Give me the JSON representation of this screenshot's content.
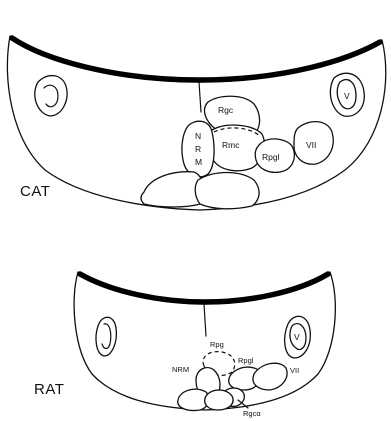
{
  "cat": {
    "species_label": "CAT",
    "labels": {
      "rgc": "Rgc",
      "rmc": "Rmc",
      "nrm_n": "N",
      "nrm_r": "R",
      "nrm_m": "M",
      "rpgl": "Rpgl",
      "vii": "VII",
      "v": "V"
    }
  },
  "rat": {
    "species_label": "RAT",
    "labels": {
      "rpg": "Rpg",
      "nrm": "NRM",
      "rpgl": "Rpgl",
      "vii": "VII",
      "v": "V",
      "rgca": "Rgcα"
    }
  }
}
